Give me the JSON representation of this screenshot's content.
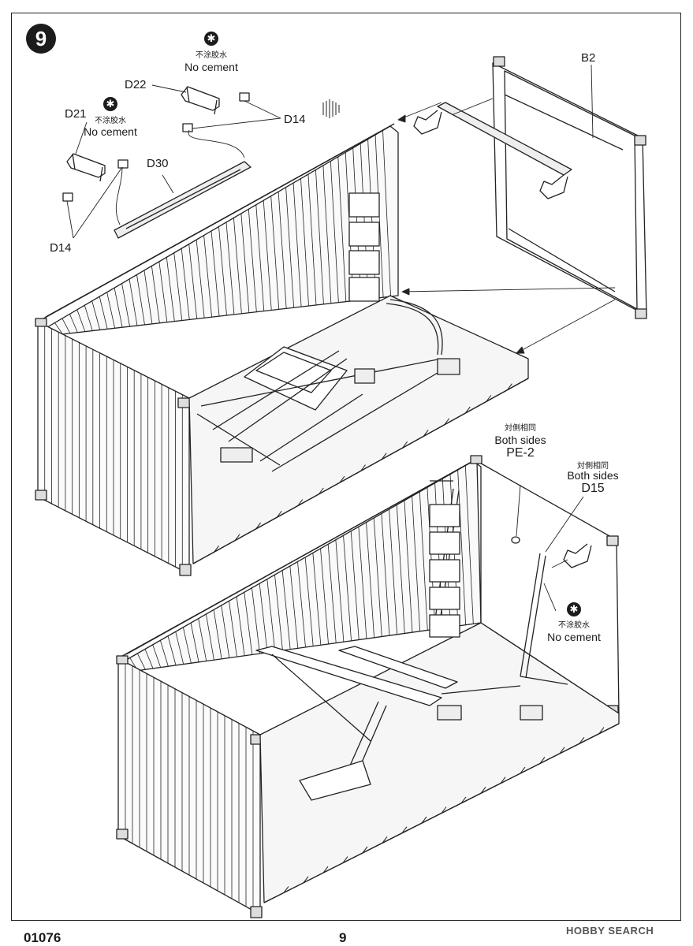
{
  "step_number": "9",
  "labels": {
    "b2": "B2",
    "d22": "D22",
    "d21": "D21",
    "d14_top": "D14",
    "d14_left": "D14",
    "d30": "D30",
    "pe2": "PE-2",
    "d15": "D15"
  },
  "notes": {
    "no_cement_cn": "不涂胶水",
    "no_cement_en": "No cement",
    "both_sides_cn": "対側相同",
    "both_sides_en": "Both sides"
  },
  "icons": {
    "no_cement": "no-cement-icon"
  },
  "footer": {
    "code": "01076",
    "page": "9"
  },
  "watermark": "HOBBY SEARCH"
}
